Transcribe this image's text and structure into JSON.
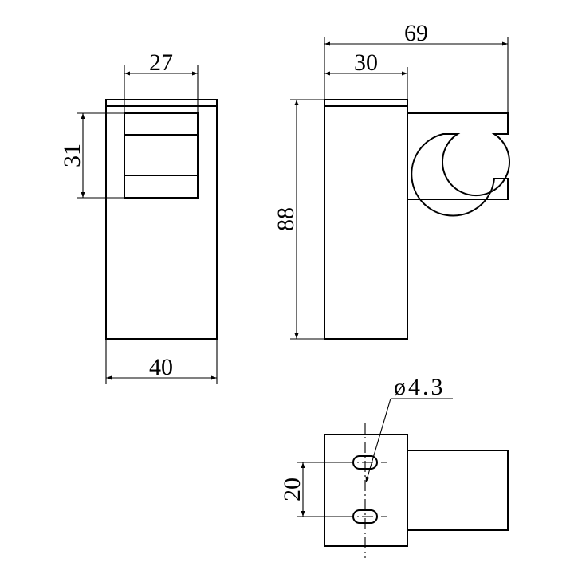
{
  "drawing": {
    "line_color": "#000000",
    "background": "#ffffff",
    "front_view": {
      "width_label": "40",
      "insert_width_label": "27",
      "insert_height_label": "31"
    },
    "side_view": {
      "overall_depth_label": "69",
      "body_depth_label": "30",
      "height_label": "88"
    },
    "bottom_view": {
      "hole_diameter_label": "ø4.3",
      "hole_spacing_label": "20"
    }
  }
}
